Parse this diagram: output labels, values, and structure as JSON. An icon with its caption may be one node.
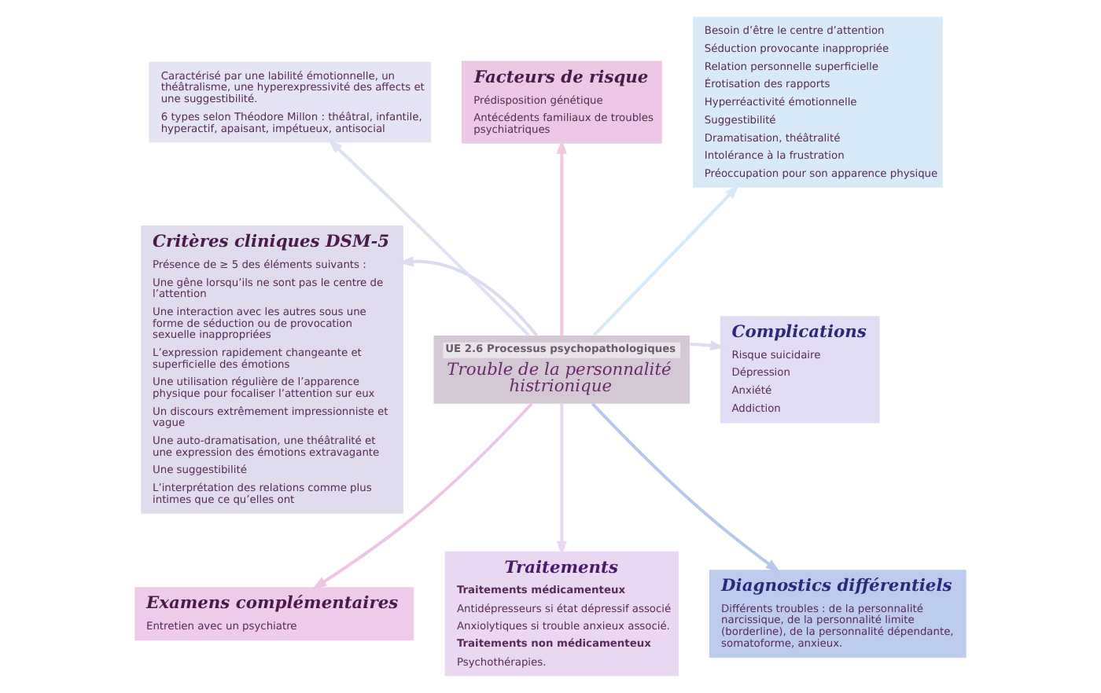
{
  "diagram": {
    "nodes": [
      {
        "text": [
          "UE 2.6 Processus psychopathologiques",
          "Trouble de la personnalité histrionique"
        ]
      },
      {
        "text": [
          "Caractérisé par une labilité émotionnelle, un théâtralisme, une hyperexpressivité des affects et une suggestibilité.",
          "6 types selon Théodore Millon : théâtral, infantile, hyperactif, apaisant, impétueux, antisocial"
        ]
      },
      {
        "text": [
          "Facteurs de risque",
          "Prédisposition génétique",
          "Antécédents familiaux de troubles psychiatriques"
        ]
      },
      {
        "text": [
          "Besoin d’être le centre d’attention",
          "Séduction provocante inappropriée",
          "Relation personnelle superficielle",
          "Érotisation des rapports",
          "Hyperréactivité émotionnelle",
          "Suggestibilité",
          "Dramatisation, théâtralité",
          "Intolérance à la frustration",
          "Préoccupation pour son apparence physique"
        ]
      },
      {
        "text": [
          "Critères cliniques DSM-5",
          "Présence de ≥ 5 des éléments suivants :",
          "Une gêne lorsqu’ils ne sont pas le centre de l’attention",
          "Une interaction avec les autres sous une forme de séduction ou de provocation sexuelle inappropriées",
          "L’expression rapidement changeante et superficielle des émotions",
          "Une utilisation régulière de l’apparence physique pour focaliser l’attention sur eux",
          "Un discours extrêmement impressionniste et vague",
          "Une auto-dramatisation, une théâtralité et une expression des émotions extravagante",
          "Une suggestibilité",
          "L’interprétation des relations comme plus intimes que ce qu’elles ont"
        ]
      },
      {
        "text": [
          "Complications",
          "Risque suicidaire",
          "Dépression",
          "Anxiété",
          "Addiction"
        ]
      },
      {
        "text": [
          "Traitements",
          "Traitements médicamenteux",
          "Antidépresseurs si état dépressif associé",
          "Anxiolytiques si trouble anxieux associé.",
          "Traitements non médicamenteux",
          "Psychothérapies."
        ]
      },
      {
        "text": [
          "Diagnostics différentiels",
          "Différents troubles : de la personnalité narcissique, de la personnalité limite (borderline), de la personnalité dépendante, somatoforme, anxieux."
        ]
      },
      {
        "text": [
          "Examens complémentaires",
          "Entretien avec un psychiatre"
        ]
      }
    ],
    "edges": [
      {
        "from": 0,
        "to": 1,
        "arrow": "to",
        "color": "#dde3f3"
      },
      {
        "from": 0,
        "to": 2,
        "arrow": "to",
        "color": "#f0c8e0"
      },
      {
        "from": 0,
        "to": 3,
        "arrow": "to",
        "color": "#d6eaf8"
      },
      {
        "from": 0,
        "to": 4,
        "arrow": "to",
        "color": "#dcdcee"
      },
      {
        "from": 0,
        "to": 5,
        "arrow": "to",
        "color": "#e0dcf0"
      },
      {
        "from": 0,
        "to": 8,
        "arrow": "to",
        "color": "#efc5e5"
      },
      {
        "from": 0,
        "to": 6,
        "arrow": "to",
        "color": "#e8d8f0"
      },
      {
        "from": 0,
        "to": 7,
        "arrow": "to",
        "color": "#b8c8ec"
      }
    ]
  }
}
